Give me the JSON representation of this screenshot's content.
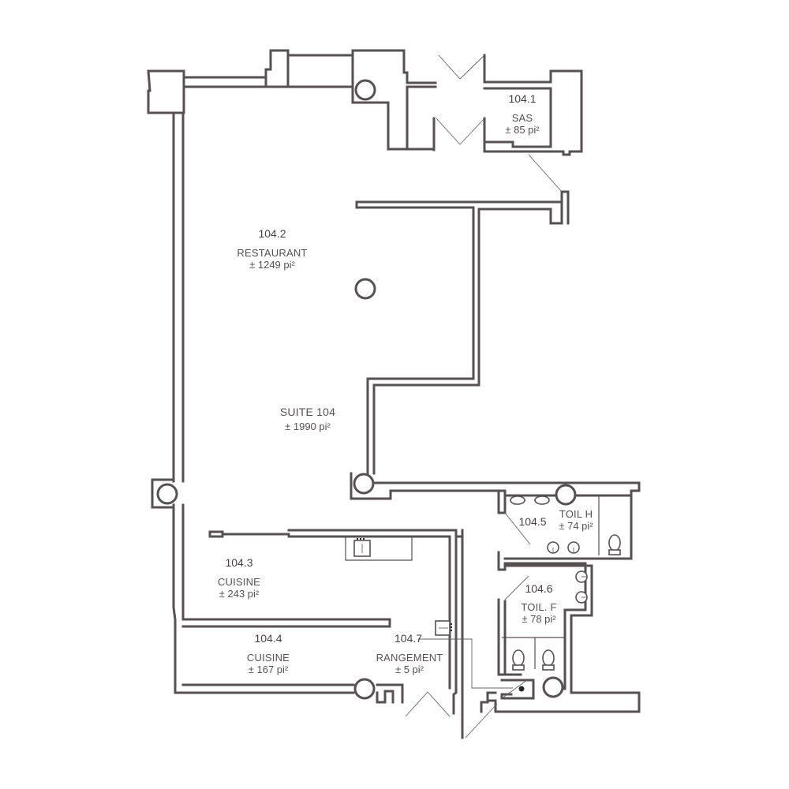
{
  "plan": {
    "title": "SUITE 104",
    "total_area": "± 1990 pi²",
    "wall_color": "#5a4f50",
    "background": "#ffffff"
  },
  "rooms": [
    {
      "id": "104.1",
      "name": "SAS",
      "area": "± 85 pi²"
    },
    {
      "id": "104.2",
      "name": "RESTAURANT",
      "area": "± 1249 pi²"
    },
    {
      "id": "104.3",
      "name": "CUISINE",
      "area": "± 243 pi²"
    },
    {
      "id": "104.4",
      "name": "CUISINE",
      "area": "± 167 pi²"
    },
    {
      "id": "104.5",
      "name": "TOIL H",
      "area": "± 74 pi²"
    },
    {
      "id": "104.6",
      "name": "TOIL. F",
      "area": "± 78 pi²"
    },
    {
      "id": "104.7",
      "name": "RANGEMENT",
      "area": "± 5 pi²"
    }
  ],
  "icons": {
    "column": "circle-column",
    "door": "door-swing",
    "toilet": "toilet",
    "sink": "sink",
    "appliance": "appliance-box"
  }
}
